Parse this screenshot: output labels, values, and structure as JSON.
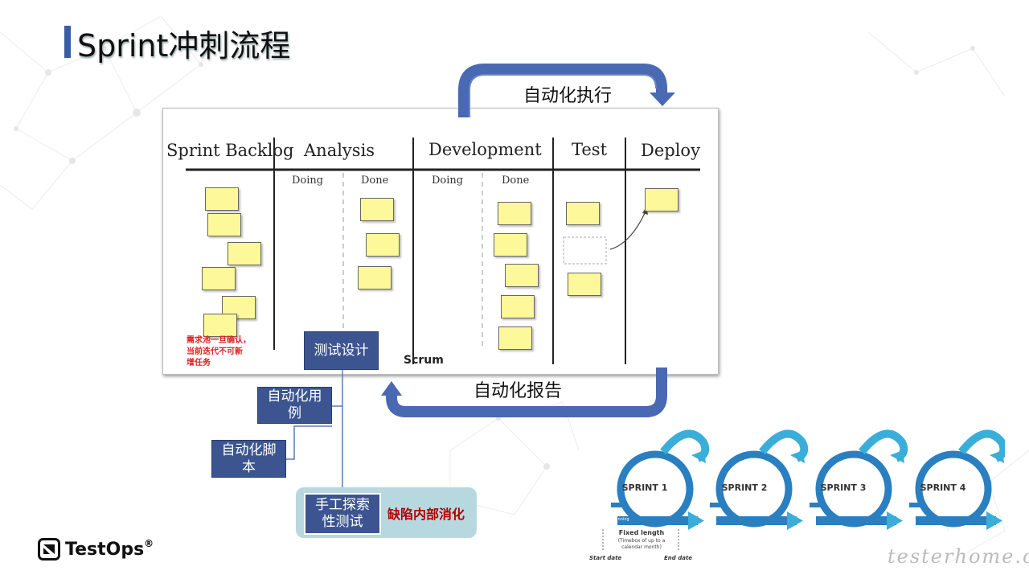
{
  "slide": {
    "title": "Sprint冲刺流程"
  },
  "board": {
    "columns": [
      "Sprint Backlog",
      "Analysis",
      "Development",
      "Test",
      "Deploy"
    ],
    "subcols": {
      "analysis_doing": "Doing",
      "analysis_done": "Done",
      "dev_doing": "Doing",
      "dev_done": "Done"
    },
    "note_lines": [
      "需求池一旦确认，",
      "当前迭代不可新",
      "增任务"
    ],
    "caption": "Scrum"
  },
  "flow": {
    "top_arrow_label": "自动化执行",
    "bottom_arrow_label": "自动化报告",
    "test_design": "测试设计",
    "auto_case": "自动化用例",
    "auto_script": "自动化脚本",
    "manual_test": "手工探索性测试",
    "defect_note": "缺陷内部消化"
  },
  "sprints": {
    "labels": [
      "SPRINT 1",
      "SPRINT 2",
      "SPRINT 3",
      "SPRINT 4"
    ],
    "fixed_length": "Fixed length",
    "timebox": "(Timebox of up to a calendar month)",
    "start_date": "Start date",
    "end_date": "End date",
    "planning": "Planning"
  },
  "brand": {
    "logo_text": "TestOps",
    "logo_mark": "®",
    "watermark": "testerhome.com"
  },
  "colors": {
    "accent_blue": "#3c5590",
    "arrow_blue": "#4a69b3",
    "sticky_yellow": "#fdf89a",
    "teal": "#b7d8df",
    "sprint_light": "#3aaed8",
    "sprint_dark": "#2a7fc0"
  }
}
